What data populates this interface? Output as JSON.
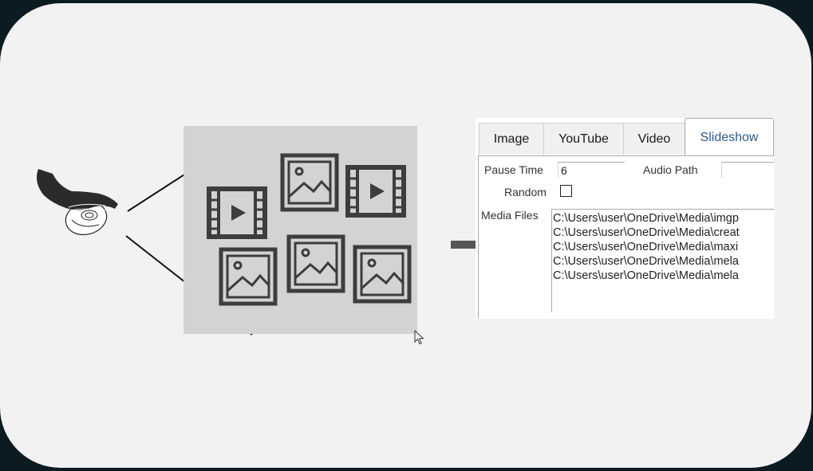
{
  "panel": {
    "tabs": [
      {
        "label": "Image",
        "active": false
      },
      {
        "label": "YouTube",
        "active": false
      },
      {
        "label": "Video",
        "active": false
      },
      {
        "label": "Slideshow",
        "active": true
      }
    ],
    "slideshow": {
      "pause_time_label": "Pause Time",
      "pause_time_value": "6",
      "audio_path_label": "Audio Path",
      "audio_path_value": "",
      "random_label": "Random",
      "random_checked": false,
      "media_files_label": "Media Files",
      "media_files": [
        "C:\\Users\\user\\OneDrive\\Media\\imgp",
        "C:\\Users\\user\\OneDrive\\Media\\creat",
        "C:\\Users\\user\\OneDrive\\Media\\maxi",
        "C:\\Users\\user\\OneDrive\\Media\\mela",
        "C:\\Users\\user\\OneDrive\\Media\\mela"
      ]
    }
  },
  "icons": {
    "hand": "hand-icon",
    "mouse": "mouse-icon",
    "image": "image-icon",
    "film": "film-icon",
    "arrow": "arrow-right-icon",
    "cursor": "cursor-icon"
  },
  "colors": {
    "active_tab_text": "#2e5b87",
    "drop_area": "#d3d3d3",
    "icon_stroke": "#3d3d3d",
    "background": "#f2f2f2"
  }
}
